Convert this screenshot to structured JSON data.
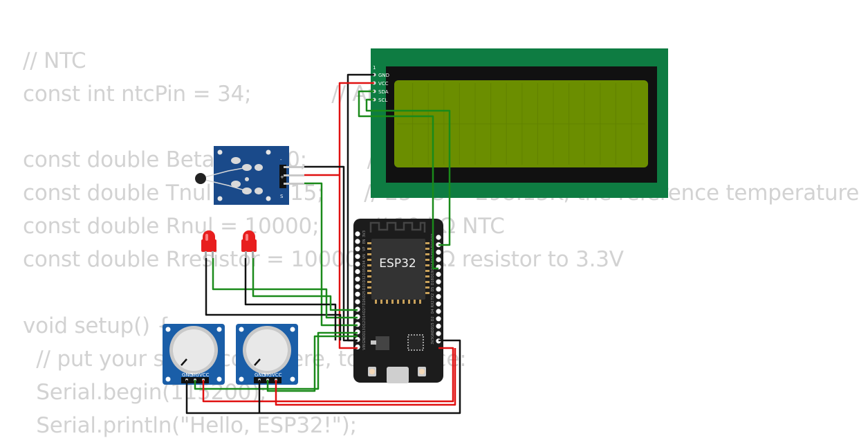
{
  "code_lines": [
    "// NTC",
    "const int ntcPin = 34;            // Analog pin",
    "",
    "const double Beta = 3950;         // NTC thermistor's Beta",
    "const double Tnul = 298.15;      // 25 °C = 298.15K, the reference temperature",
    "const double Rnul = 10000;        // 10 kΩ NTC",
    "const double Rresistor = 10000; // 10 kΩ resistor to 3.3V",
    "",
    "void setup() {",
    "  // put your setup code here, to run once:",
    "  Serial.begin(115200);",
    "  Serial.println(\"Hello, ESP32!\");"
  ],
  "lcd": {
    "pin_number": "1",
    "pins": [
      "GND",
      "VCC",
      "SDA",
      "SCL"
    ],
    "colors": {
      "board": "#0e7c42",
      "bezel": "#111111",
      "screen": "#6b8e00"
    }
  },
  "esp32": {
    "label": "ESP32",
    "left_pins": [
      "3V3",
      "EN",
      "VP",
      "VN",
      "D34",
      "D35",
      "D32",
      "D33",
      "D25",
      "D26",
      "D27",
      "D14",
      "D12",
      "D13",
      "GND",
      "VIN"
    ],
    "right_pins": [
      "D23",
      "D22",
      "TX0",
      "RX0",
      "D21",
      "D19",
      "D18",
      "D5",
      "TX2",
      "RX2",
      "D4",
      "D2",
      "D15",
      "GND",
      "3V3"
    ]
  },
  "ntc_module": {
    "pin_labels": [
      "-",
      "+",
      "S"
    ]
  },
  "potentiometers": [
    {
      "pins": [
        "GND",
        "SIG",
        "VCC"
      ]
    },
    {
      "pins": [
        "GND",
        "SIG",
        "VCC"
      ]
    }
  ],
  "wire_colors": {
    "gnd": "#111111",
    "vcc": "#e01010",
    "signal": "#1a8a1a"
  },
  "led_color": "#e81e1e"
}
